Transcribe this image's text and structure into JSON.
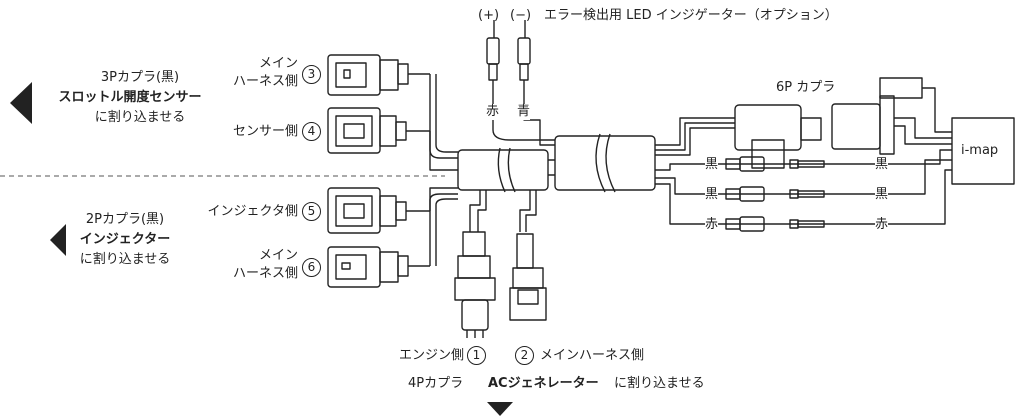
{
  "indicator": {
    "plus": "(+)",
    "minus": "(−)",
    "label": "エラー検出用 LED インジゲーター（オプション）",
    "red": "赤",
    "blue": "青"
  },
  "connector_6p": "6P カプラ",
  "imap": "i-map",
  "wires": {
    "black": "黒",
    "red": "赤"
  },
  "throttle": {
    "coupler": "3Pカプラ(黒)",
    "name": "スロットル開度センサー",
    "action": "に割り込ませる",
    "c3_label": [
      "メイン",
      "ハーネス側"
    ],
    "c3_num": "3",
    "c4_label": "センサー側",
    "c4_num": "4"
  },
  "injector": {
    "coupler": "2Pカプラ(黒)",
    "name": "インジェクター",
    "action": "に割り込ませる",
    "c5_label": "インジェクタ側",
    "c5_num": "5",
    "c6_label": [
      "メイン",
      "ハーネス側"
    ],
    "c6_num": "6"
  },
  "ac_gen": {
    "c1_label": "エンジン側",
    "c1_num": "1",
    "c2_num": "2",
    "c2_label": "メインハーネス側",
    "coupler": "4Pカプラ",
    "name": "ACジェネレーター",
    "action": "に割り込ませる"
  },
  "colors": {
    "line": "#222222",
    "fill": "#ffffff",
    "arrow": "#222222"
  }
}
